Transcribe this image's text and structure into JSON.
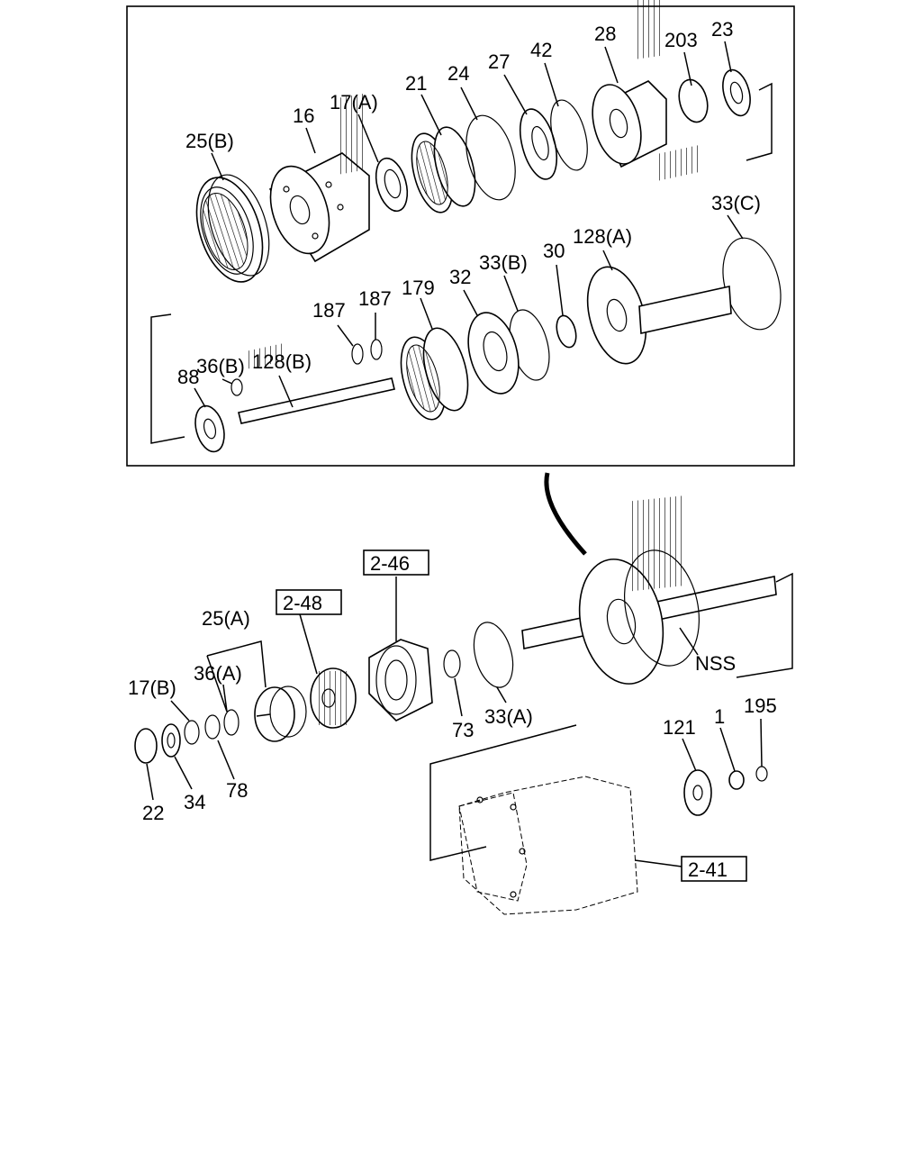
{
  "callouts": {
    "p28": "28",
    "p203": "203",
    "p23": "23",
    "p42": "42",
    "p27": "27",
    "p24": "24",
    "p21": "21",
    "p17a": "17(A)",
    "p16": "16",
    "p25b": "25(B)",
    "p33c": "33(C)",
    "p128a": "128(A)",
    "p30": "30",
    "p33b": "33(B)",
    "p32": "32",
    "p179": "179",
    "p187a": "187",
    "p187b": "187",
    "p36b": "36(B)",
    "p128b": "128(B)",
    "p88": "88",
    "p25a": "25(A)",
    "p36a": "36(A)",
    "p17b": "17(B)",
    "p22": "22",
    "p34": "34",
    "p78": "78",
    "p73": "73",
    "p33a": "33(A)",
    "nss": "NSS",
    "p121": "121",
    "p1": "1",
    "p195": "195"
  },
  "references": {
    "r248": "2-48",
    "r246": "2-46",
    "r241": "2-41"
  }
}
